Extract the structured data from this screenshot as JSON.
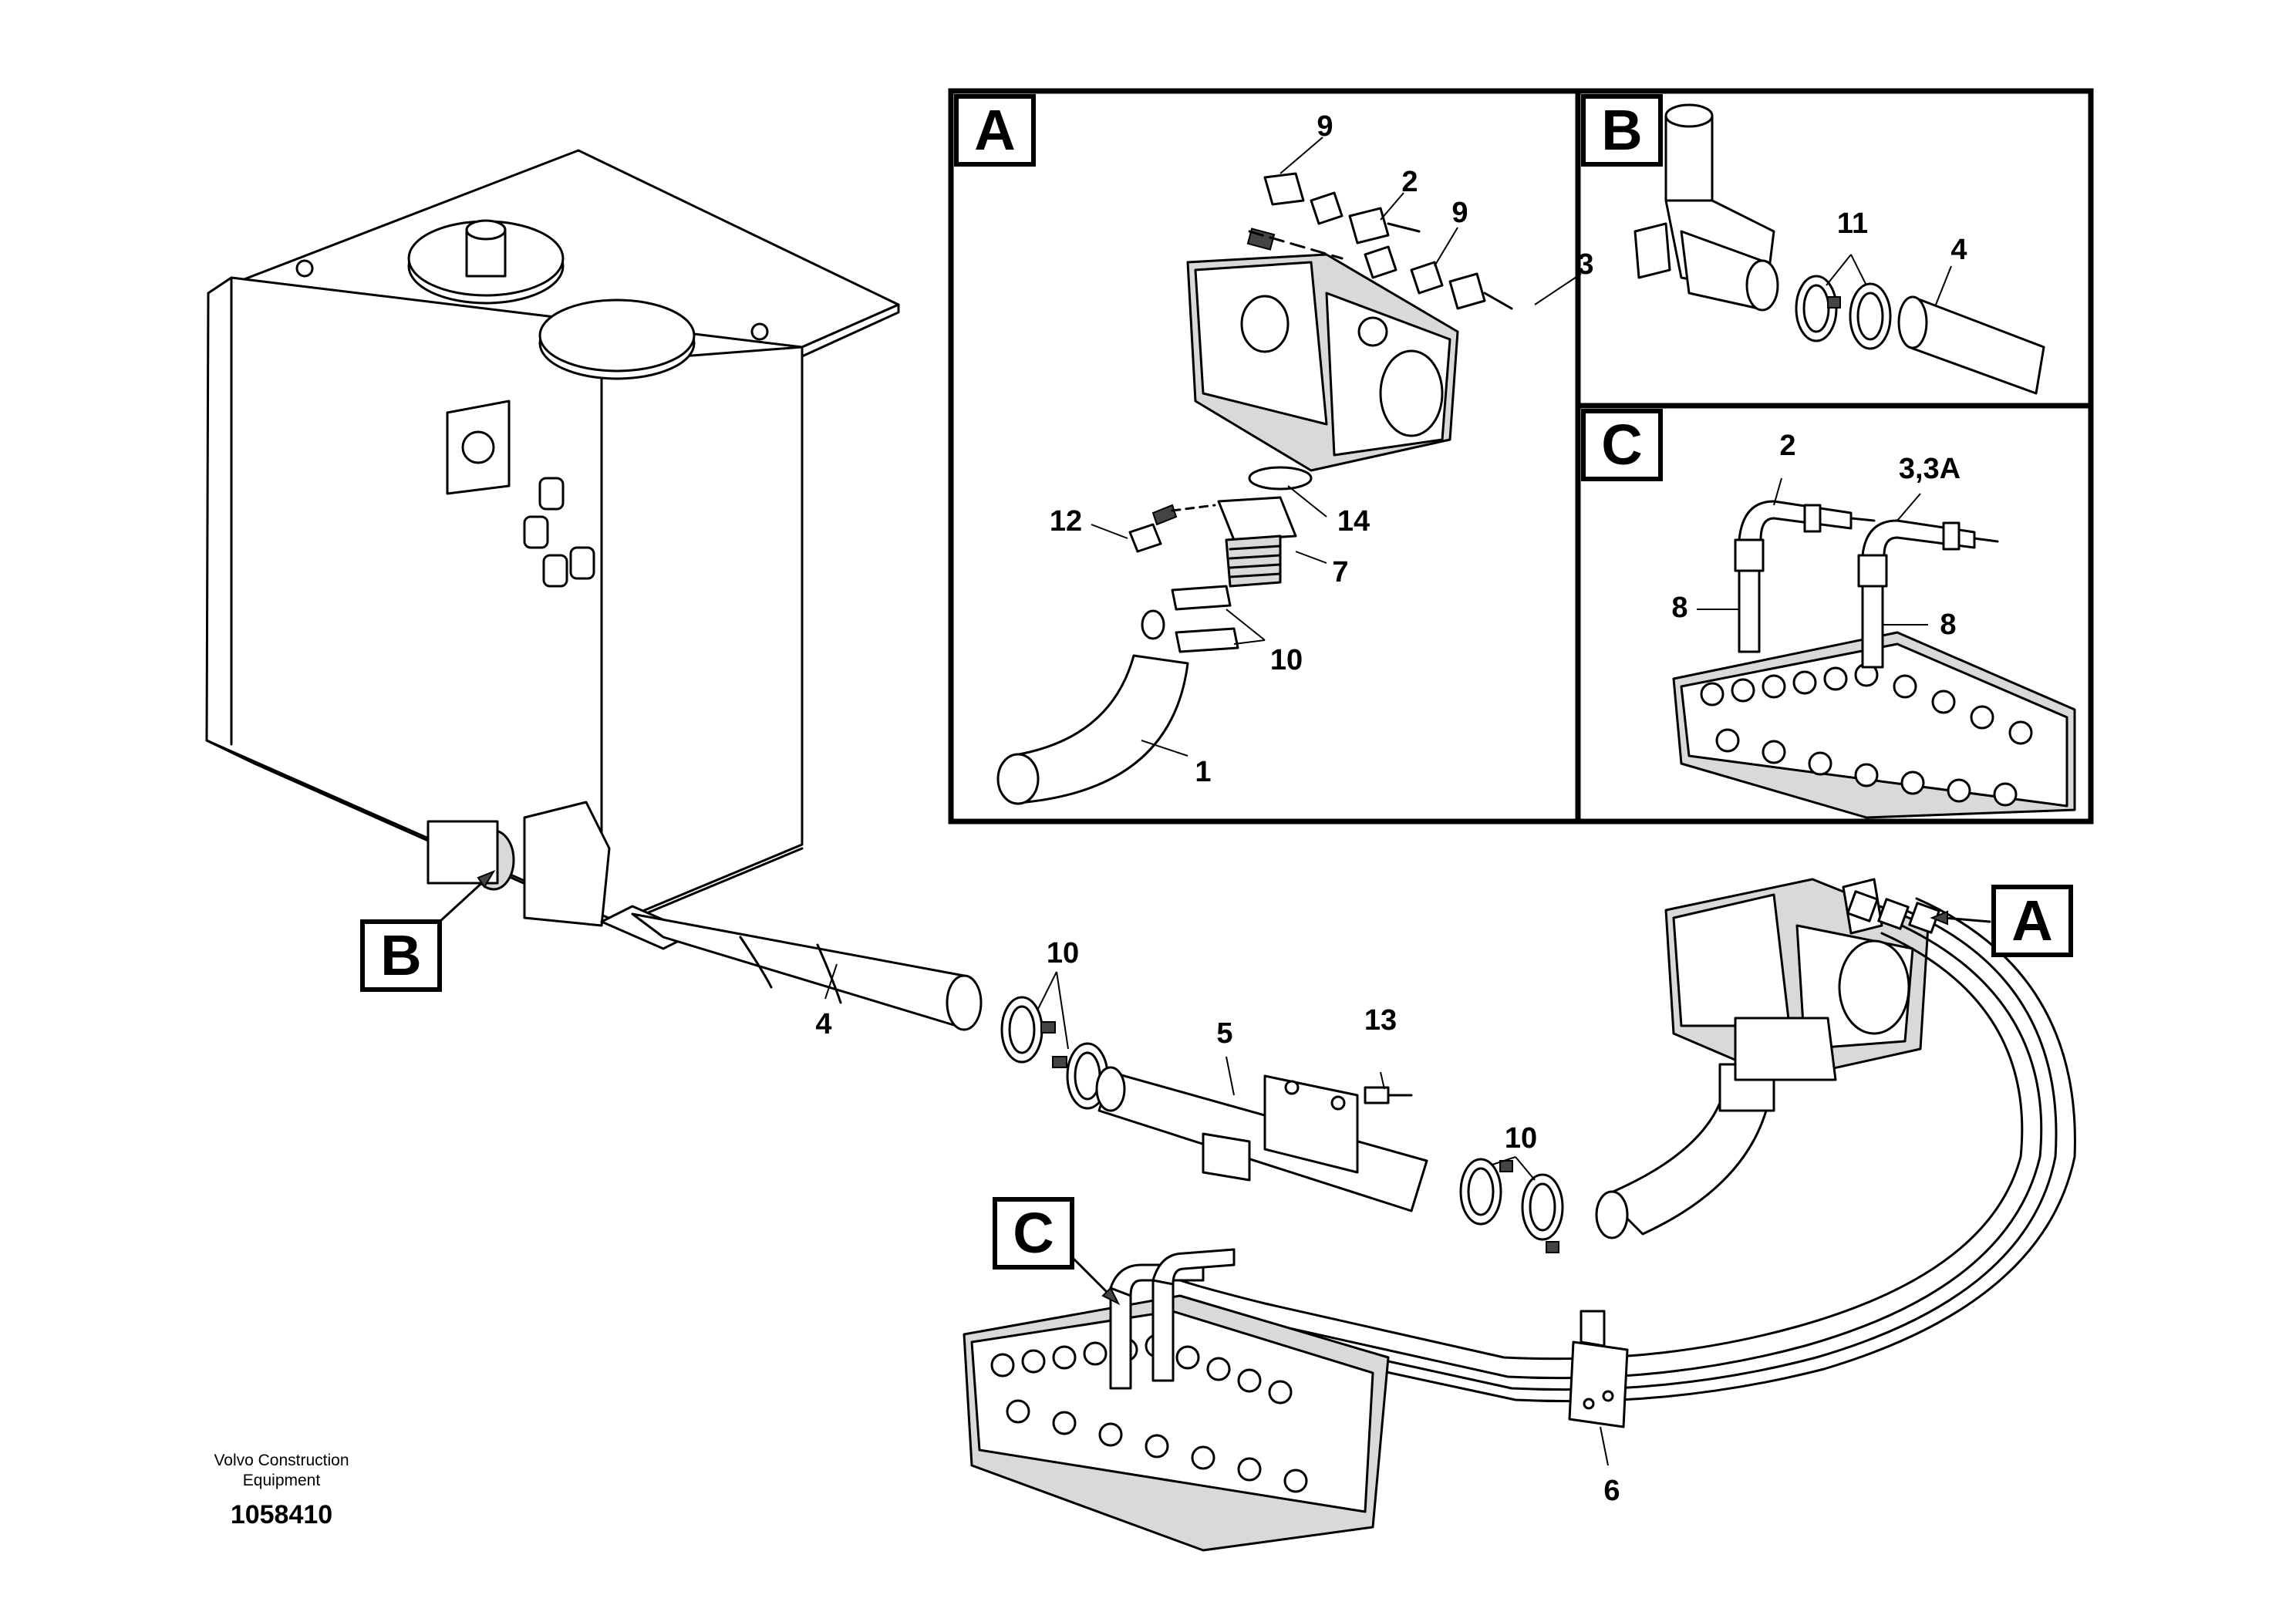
{
  "callouts": {
    "a": "A",
    "b": "B",
    "c": "C"
  },
  "parts": {
    "p1": "1",
    "p2": "2",
    "p3": "3",
    "p3a": "3,3A",
    "p4": "4",
    "p5": "5",
    "p6": "6",
    "p7": "7",
    "p8": "8",
    "p9": "9",
    "p10": "10",
    "p11": "11",
    "p12": "12",
    "p13": "13",
    "p14": "14"
  },
  "caption": {
    "maker_line1": "Volvo Construction",
    "maker_line2": "Equipment",
    "drawing_number": "1058410"
  }
}
